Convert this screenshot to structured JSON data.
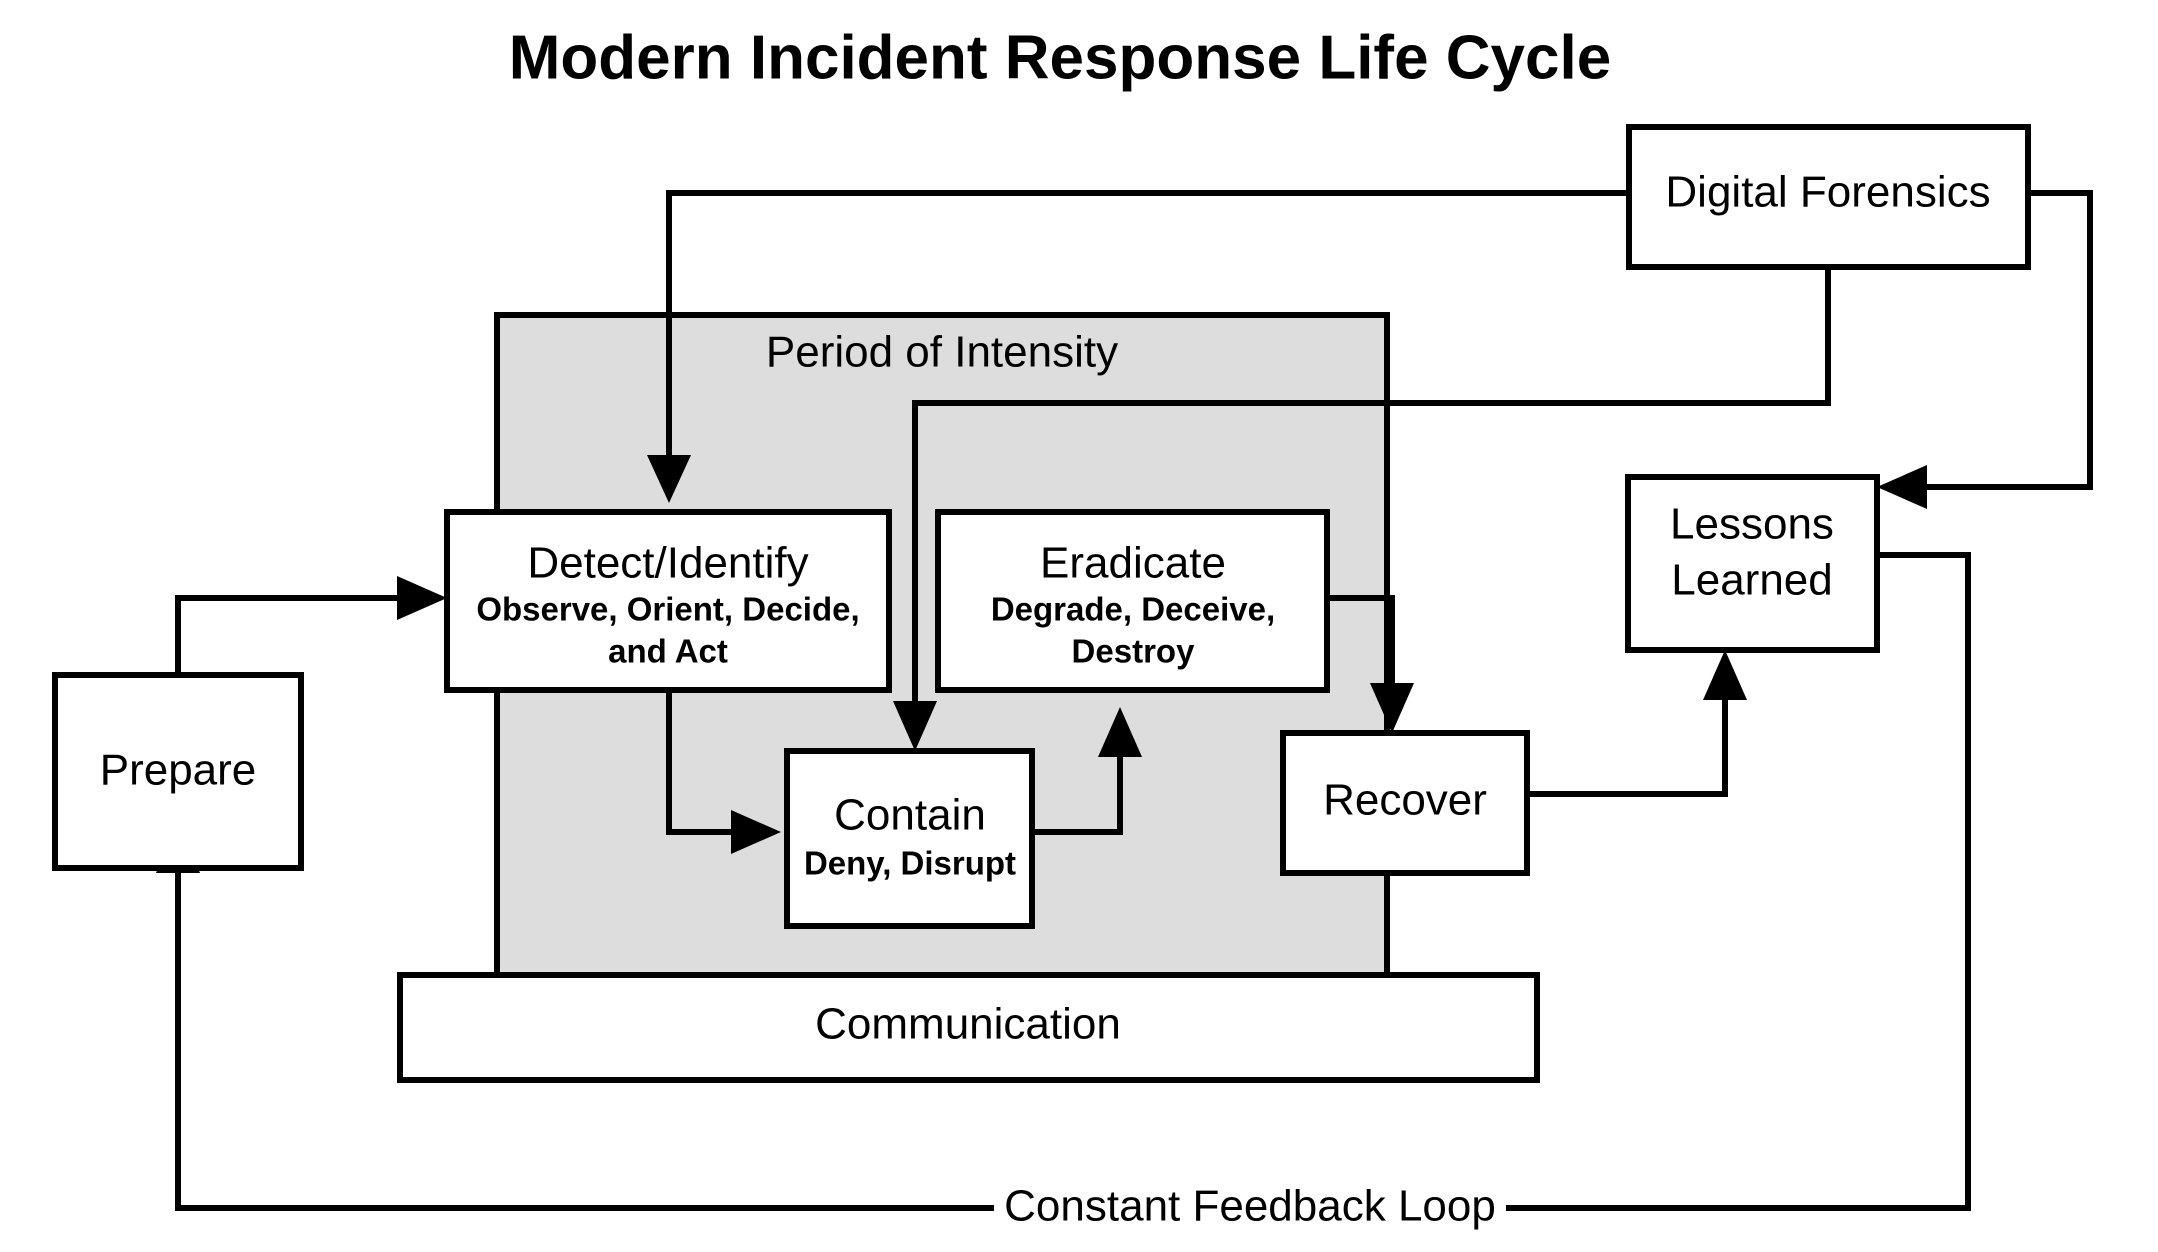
{
  "diagram": {
    "title": "Modern Incident Response Life Cycle",
    "background_color": "#ffffff",
    "stroke_color": "#000000",
    "intensity_fill_color": "#dddddd",
    "box_fill_color": "#ffffff",
    "zones": {
      "period_of_intensity": "Period of Intensity",
      "communication": "Communication"
    },
    "nodes": {
      "prepare": {
        "title": "Prepare",
        "subtitle": ""
      },
      "detect_identify": {
        "title": "Detect/Identify",
        "subtitle_line1": "Observe, Orient, Decide,",
        "subtitle_line2": "and Act"
      },
      "contain": {
        "title": "Contain",
        "subtitle_line1": "Deny, Disrupt",
        "subtitle_line2": ""
      },
      "eradicate": {
        "title": "Eradicate",
        "subtitle_line1": "Degrade, Deceive,",
        "subtitle_line2": "Destroy"
      },
      "recover": {
        "title": "Recover",
        "subtitle": ""
      },
      "lessons_learned": {
        "title_line1": "Lessons",
        "title_line2": "Learned"
      },
      "digital_forensics": {
        "title": "Digital Forensics",
        "subtitle": ""
      }
    },
    "labels": {
      "constant_feedback_loop": "Constant Feedback Loop"
    },
    "edges": [
      {
        "from": "prepare",
        "to": "detect_identify",
        "arrow": true
      },
      {
        "from": "detect_identify",
        "to": "contain",
        "arrow": true
      },
      {
        "from": "contain",
        "to": "eradicate",
        "arrow": true
      },
      {
        "from": "eradicate",
        "to": "recover",
        "arrow": true
      },
      {
        "from": "recover",
        "to": "lessons_learned",
        "arrow": true
      },
      {
        "from": "digital_forensics",
        "to": "detect_identify",
        "arrow": true
      },
      {
        "from": "digital_forensics",
        "to": "contain",
        "arrow": true
      },
      {
        "from": "digital_forensics",
        "to": "lessons_learned",
        "arrow": true
      },
      {
        "from": "lessons_learned",
        "to": "prepare",
        "arrow": true,
        "label": "Constant Feedback Loop"
      }
    ]
  }
}
